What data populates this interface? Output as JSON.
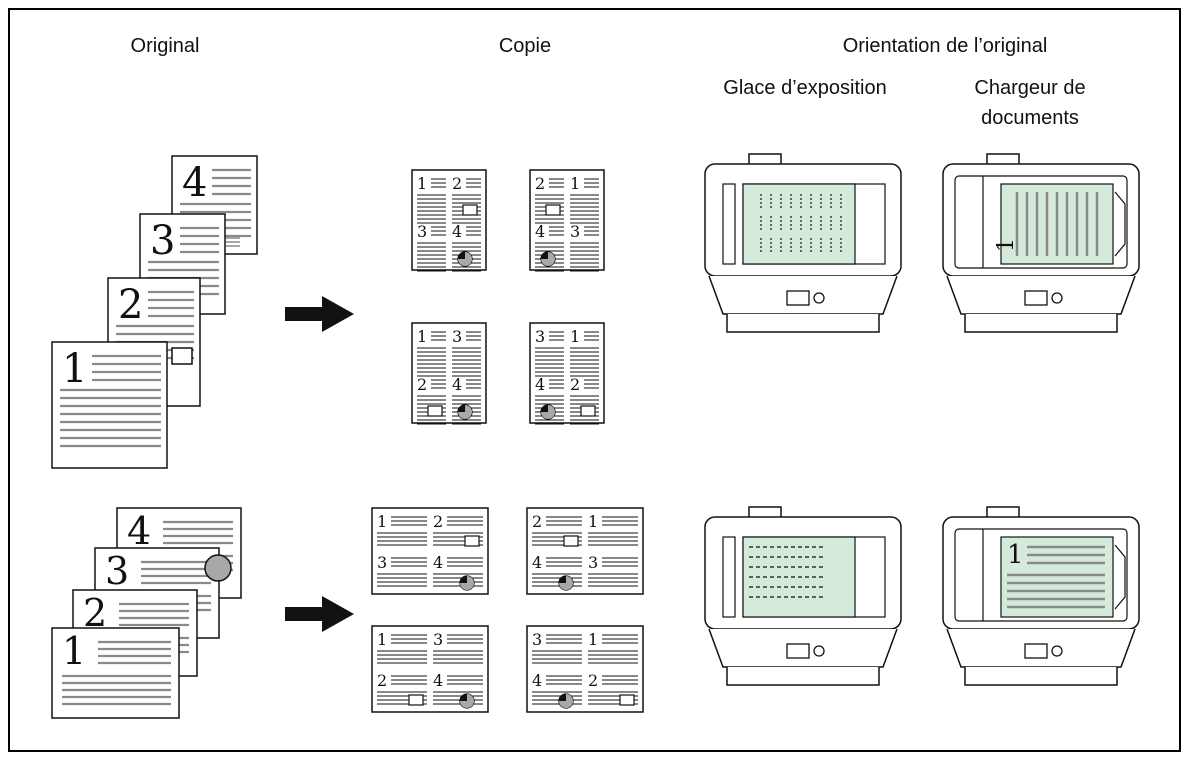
{
  "headers": {
    "original": "Original",
    "copie": "Copie",
    "orientation": "Orientation de l’original",
    "glace": "Glace d’exposition",
    "chargeur_line1": "Chargeur de",
    "chargeur_line2": "documents"
  },
  "original_page_numbers": [
    "1",
    "2",
    "3",
    "4"
  ],
  "copy_layouts": {
    "portrait": [
      [
        "1",
        "2",
        "3",
        "4"
      ],
      [
        "2",
        "1",
        "4",
        "3"
      ],
      [
        "1",
        "3",
        "2",
        "4"
      ],
      [
        "3",
        "1",
        "4",
        "2"
      ]
    ],
    "landscape": [
      [
        "1",
        "2",
        "3",
        "4"
      ],
      [
        "2",
        "1",
        "4",
        "3"
      ],
      [
        "1",
        "3",
        "2",
        "4"
      ],
      [
        "3",
        "1",
        "4",
        "2"
      ]
    ]
  },
  "colors": {
    "line": "#111111",
    "gray_lines": "#8a8a8a",
    "paper_green": "#d6eadb",
    "pie_gray": "#a8a8a8"
  }
}
